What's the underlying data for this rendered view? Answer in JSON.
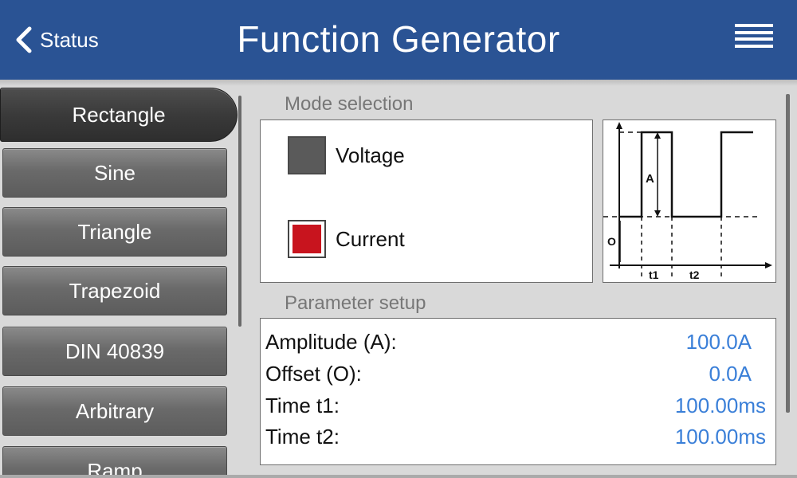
{
  "header": {
    "back_label": "Status",
    "title": "Function Generator",
    "background": "#2a5394"
  },
  "sidebar": {
    "items": [
      {
        "label": "Rectangle",
        "active": true
      },
      {
        "label": "Sine"
      },
      {
        "label": "Triangle"
      },
      {
        "label": "Trapezoid"
      },
      {
        "label": "DIN 40839"
      },
      {
        "label": "Arbitrary"
      },
      {
        "label": "Ramp"
      }
    ]
  },
  "mode_selection": {
    "label": "Mode selection",
    "options": [
      {
        "label": "Voltage",
        "selected": false
      },
      {
        "label": "Current",
        "selected": true,
        "color": "#c8141e"
      }
    ]
  },
  "diagram": {
    "labels": {
      "amplitude": "A",
      "offset": "O",
      "t1": "t1",
      "t2": "t2"
    }
  },
  "parameter_setup": {
    "label": "Parameter setup",
    "value_color": "#3a7fd8",
    "rows": [
      {
        "label": "Amplitude (A):",
        "value": "100.0A"
      },
      {
        "label": "Offset (O):",
        "value": "0.0A"
      },
      {
        "label": "Time t1:",
        "value": "100.00ms"
      },
      {
        "label": "Time t2:",
        "value": "100.00ms"
      }
    ]
  }
}
